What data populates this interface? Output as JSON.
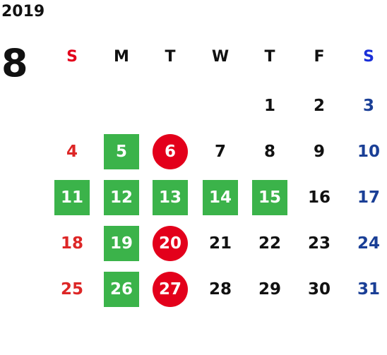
{
  "year": "2019",
  "month": "8",
  "weekdays": [
    {
      "label": "S",
      "color": "#e3001b"
    },
    {
      "label": "M",
      "color": "#111111"
    },
    {
      "label": "T",
      "color": "#111111"
    },
    {
      "label": "W",
      "color": "#111111"
    },
    {
      "label": "T",
      "color": "#111111"
    },
    {
      "label": "F",
      "color": "#111111"
    },
    {
      "label": "S",
      "color": "#1a2fd8"
    }
  ],
  "weeks": [
    [
      null,
      null,
      null,
      null,
      {
        "day": "1"
      },
      {
        "day": "2"
      },
      {
        "day": "3"
      }
    ],
    [
      {
        "day": "4"
      },
      {
        "day": "5",
        "mark": "green"
      },
      {
        "day": "6",
        "mark": "red"
      },
      {
        "day": "7"
      },
      {
        "day": "8"
      },
      {
        "day": "9"
      },
      {
        "day": "10"
      }
    ],
    [
      {
        "day": "11",
        "mark": "green"
      },
      {
        "day": "12",
        "mark": "green"
      },
      {
        "day": "13",
        "mark": "green"
      },
      {
        "day": "14",
        "mark": "green"
      },
      {
        "day": "15",
        "mark": "green"
      },
      {
        "day": "16"
      },
      {
        "day": "17"
      }
    ],
    [
      {
        "day": "18"
      },
      {
        "day": "19",
        "mark": "green"
      },
      {
        "day": "20",
        "mark": "red"
      },
      {
        "day": "21"
      },
      {
        "day": "22"
      },
      {
        "day": "23"
      },
      {
        "day": "24"
      }
    ],
    [
      {
        "day": "25"
      },
      {
        "day": "26",
        "mark": "green"
      },
      {
        "day": "27",
        "mark": "red"
      },
      {
        "day": "28"
      },
      {
        "day": "29"
      },
      {
        "day": "30"
      },
      {
        "day": "31"
      }
    ]
  ],
  "colors": {
    "green_mark": "#3bb34a",
    "red_mark": "#e3001b",
    "sunday_text": "#dd2626",
    "saturday_text": "#1a3f96"
  }
}
